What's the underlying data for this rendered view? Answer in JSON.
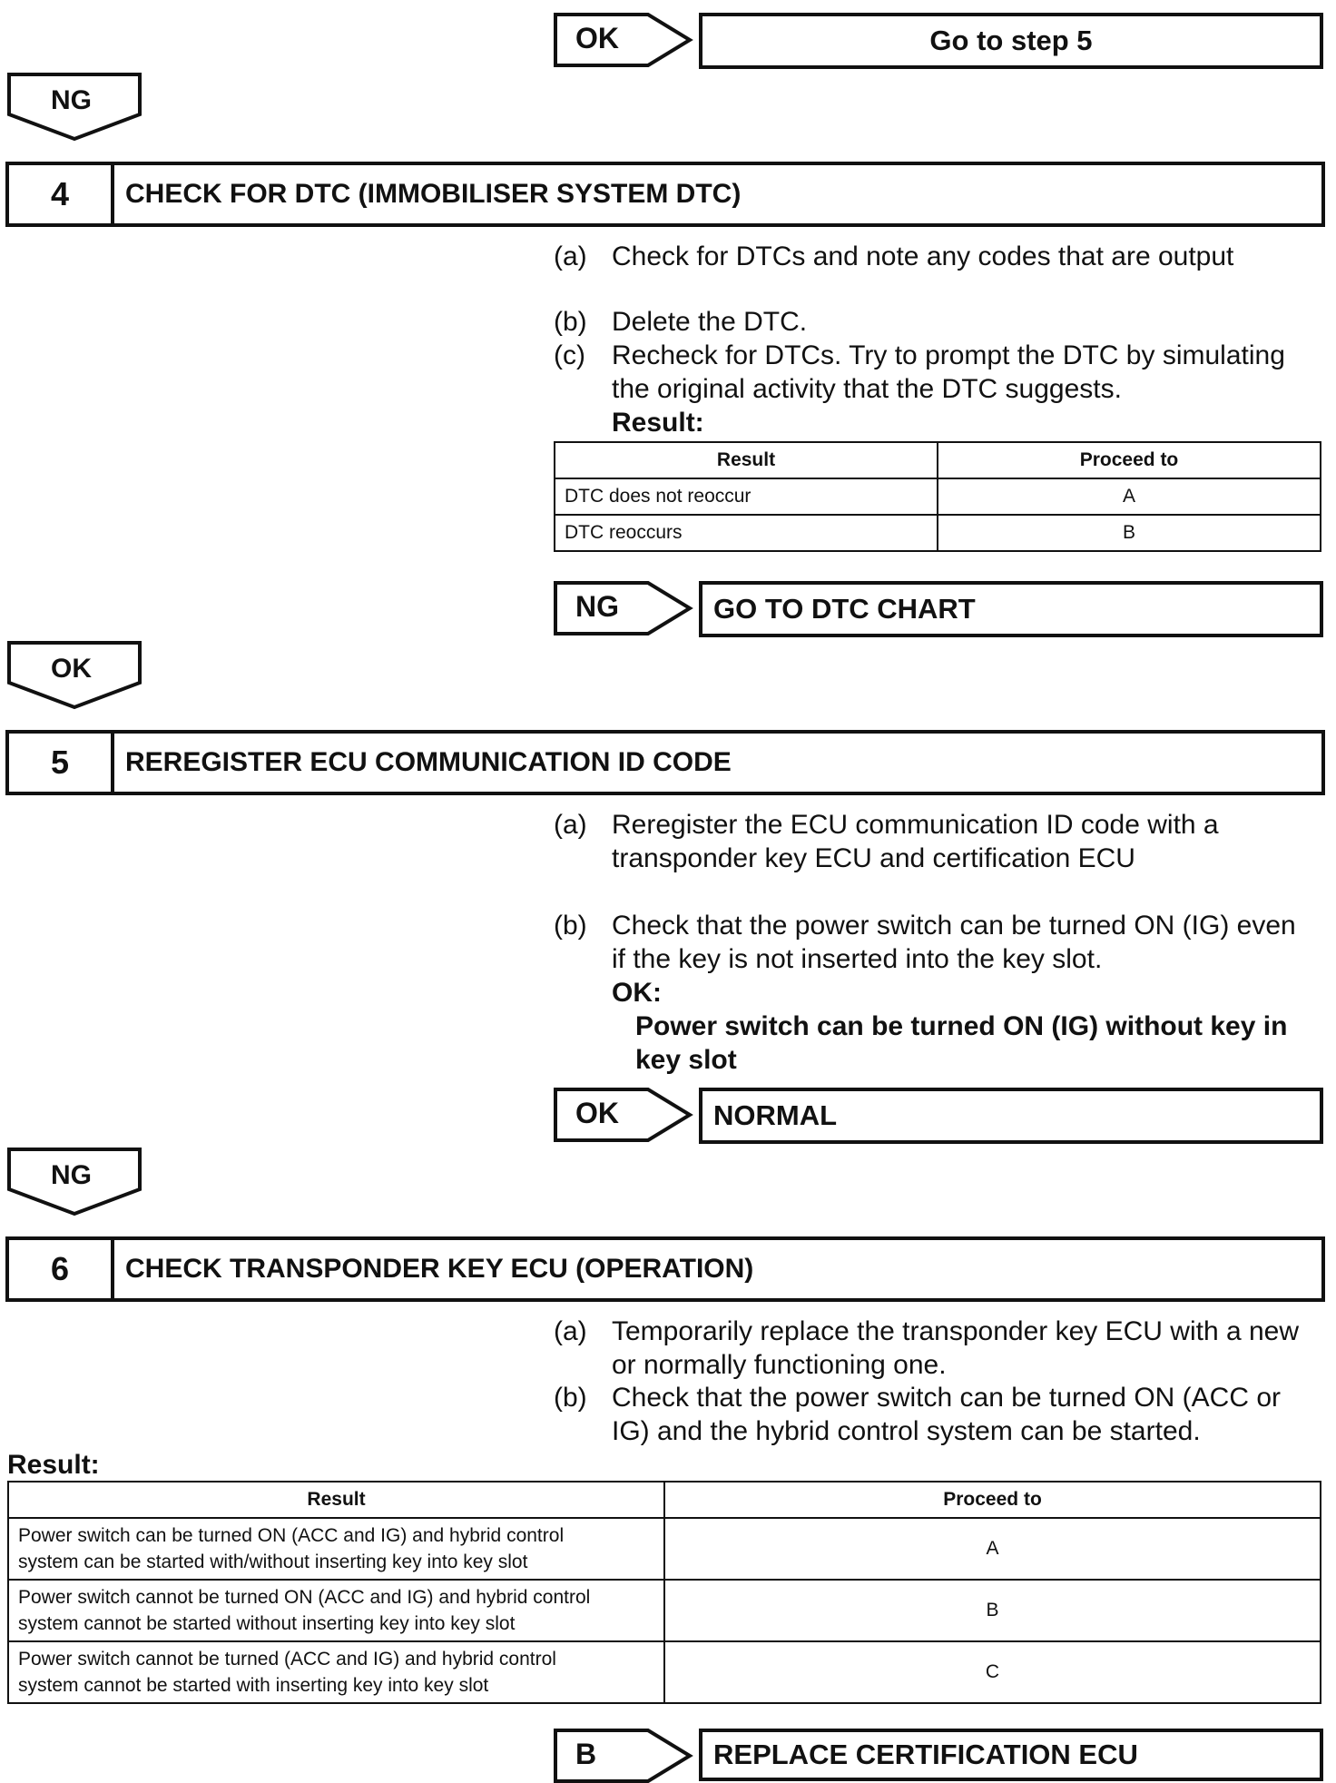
{
  "top_branch": {
    "ok_label": "OK",
    "go_text": "Go to step 5",
    "ng_label": "NG"
  },
  "step4": {
    "number": "4",
    "title": "CHECK FOR DTC (IMMOBILISER SYSTEM DTC)",
    "items": [
      {
        "label": "(a)",
        "text": "Check for DTCs and note any codes that are output"
      },
      {
        "label": "(b)",
        "text": "Delete the DTC."
      },
      {
        "label": "(c)",
        "lines": [
          "Recheck for DTCs. Try to prompt the DTC by simulating",
          "the original activity that the DTC suggests."
        ]
      }
    ],
    "result_heading": "Result:",
    "table": {
      "headers": [
        "Result",
        "Proceed to"
      ],
      "rows": [
        {
          "result": "DTC does not reoccur",
          "proceed": "A"
        },
        {
          "result": "DTC reoccurs",
          "proceed": "B"
        }
      ]
    },
    "branch": {
      "label": "NG",
      "target": "GO TO DTC CHART"
    },
    "down_label": "OK"
  },
  "step5": {
    "number": "5",
    "title": "REREGISTER ECU COMMUNICATION ID CODE",
    "items": [
      {
        "label": "(a)",
        "lines": [
          "Reregister the ECU communication ID code with a",
          "transponder key ECU and certification ECU"
        ]
      },
      {
        "label": "(b)",
        "lines": [
          "Check that the power switch can be turned ON (IG) even",
          "if the key is not inserted into the key slot."
        ]
      }
    ],
    "ok_heading": "OK:",
    "ok_lines": [
      "Power switch can be turned ON (IG) without key in",
      "key slot"
    ],
    "branch": {
      "label": "OK",
      "target": "NORMAL"
    },
    "down_label": "NG"
  },
  "step6": {
    "number": "6",
    "title": "CHECK TRANSPONDER KEY ECU (OPERATION)",
    "items": [
      {
        "label": "(a)",
        "lines": [
          "Temporarily replace the transponder key ECU with a new",
          "or normally functioning one."
        ]
      },
      {
        "label": "(b)",
        "lines": [
          "Check that the power switch can be turned ON (ACC or",
          "IG) and the hybrid control system can be started."
        ]
      }
    ],
    "result_heading": "Result:",
    "table": {
      "headers": [
        "Result",
        "Proceed to"
      ],
      "rows": [
        {
          "line1": "Power switch can be turned ON (ACC and IG) and hybrid control",
          "line2": "system can be started with/without inserting key into key slot",
          "proceed": "A"
        },
        {
          "line1": "Power switch cannot be turned ON (ACC and IG) and hybrid control",
          "line2": "system cannot be started without inserting key into key slot",
          "proceed": "B"
        },
        {
          "line1": "Power switch cannot be turned (ACC and IG) and hybrid control",
          "line2": "system cannot be started with inserting key into key slot",
          "proceed": "C"
        }
      ]
    },
    "branch": {
      "label": "B",
      "target": "REPLACE CERTIFICATION ECU"
    }
  }
}
